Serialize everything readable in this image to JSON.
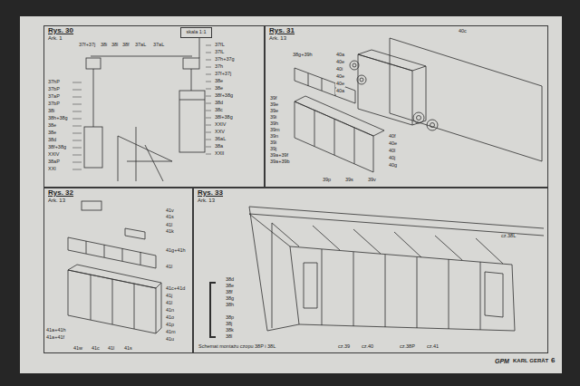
{
  "diagram": {
    "nodes": [
      {
        "text": [
          "Rys. 30",
          "Ark. 1"
        ]
      },
      {
        "text": [
          "skala 1:1"
        ],
        "in": 0
      },
      {
        "text": [
          "Rys. 31",
          "Ark. 13"
        ]
      },
      {
        "text": [
          "Rys. 32",
          "Ark. 13"
        ]
      },
      {
        "text": [
          "Rys. 33",
          "Ark. 13"
        ]
      }
    ],
    "labels": [
      "37f+37j",
      "38i",
      "38l",
      "38f",
      "37aL",
      "37aL",
      "37fL",
      "37lL",
      "37h+37g",
      "37h",
      "37f+37j",
      "38e",
      "38e",
      "38f+38g",
      "38d",
      "38c",
      "38l+38g",
      "XXIV",
      "XXV",
      "36aL",
      "38a",
      "XXII",
      "37hP",
      "37bP",
      "37aP",
      "37bP",
      "38i",
      "38h+38g",
      "38e",
      "38e",
      "38d",
      "38f+38g",
      "XXIV",
      "38aP",
      "XXI",
      "38g+39h",
      "39f",
      "39e",
      "39e",
      "39i",
      "39h",
      "39m",
      "39n",
      "39i",
      "39j",
      "39a+39f",
      "39a+39b",
      "39p",
      "39s",
      "39v",
      "40c",
      "40a",
      "40e",
      "40i",
      "40e",
      "40e",
      "40a",
      "40f",
      "40e",
      "40l",
      "40j",
      "40g",
      "41v",
      "41s",
      "41l",
      "41k",
      "41g+41h",
      "41l",
      "41c+41d",
      "41j",
      "41l",
      "41n",
      "41o",
      "41p",
      "41m",
      "41u",
      "41a+41h",
      "41a+41f",
      "41w",
      "41c",
      "41l",
      "41s",
      "38d",
      "38e",
      "38f",
      "38g",
      "38h",
      "38p",
      "38j",
      "38k",
      "38l",
      "Schemat montażu czopu 38P i 38L",
      "cz.38L",
      "cz.39",
      "cz.40",
      "cz.38P",
      "cz.41",
      "GPM",
      "KARL GERÄT",
      "6"
    ]
  }
}
